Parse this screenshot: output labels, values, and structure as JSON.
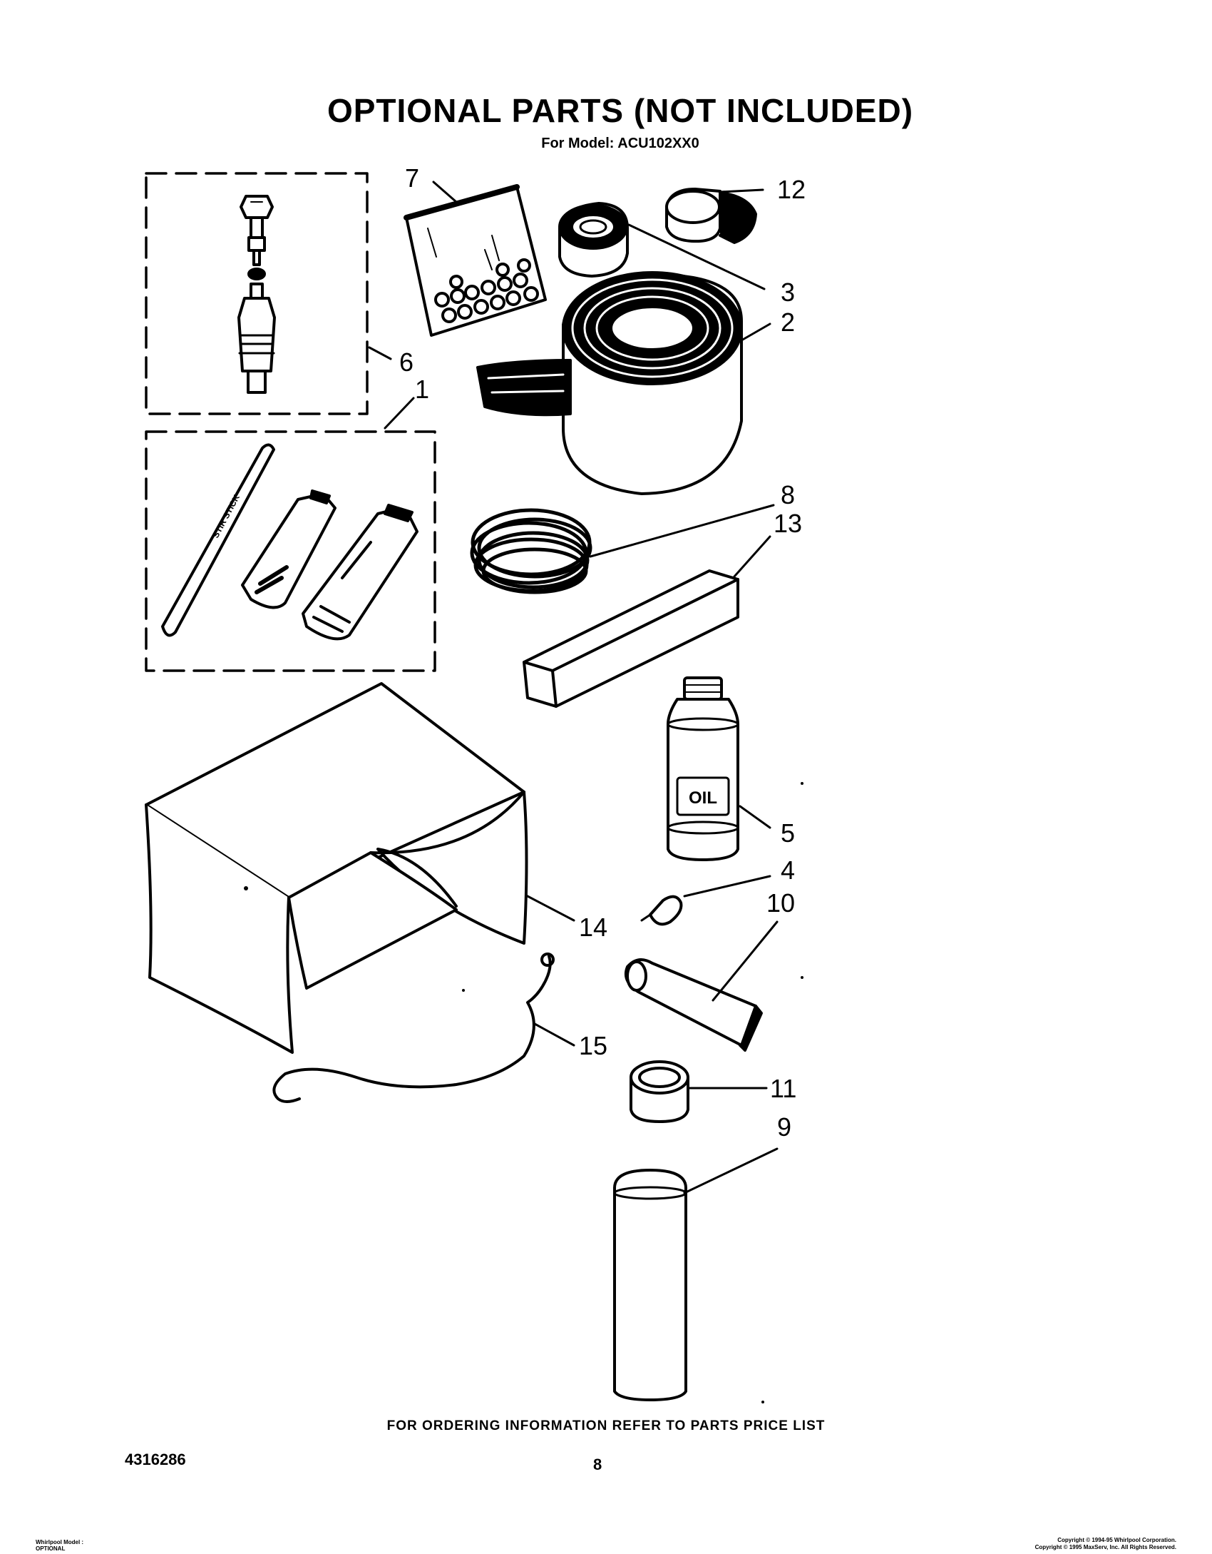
{
  "header": {
    "title": "OPTIONAL PARTS (NOT INCLUDED)",
    "subtitle": "For Model: ACU102XX0"
  },
  "callouts": {
    "c1": "1",
    "c2": "2",
    "c3": "3",
    "c4": "4",
    "c5": "5",
    "c6": "6",
    "c7": "7",
    "c8": "8",
    "c9": "9",
    "c10": "10",
    "c11": "11",
    "c12": "12",
    "c13": "13",
    "c14": "14",
    "c15": "15"
  },
  "labels": {
    "oil": "OIL"
  },
  "footer": {
    "ordering_note": "FOR ORDERING INFORMATION REFER TO PARTS PRICE LIST",
    "document_number": "4316286",
    "page_number": "8",
    "left_line1": "Whirlpool Model :",
    "left_line2": "OPTIONAL",
    "copyright_line1": "Copyright © 1994-95 Whirlpool Corporation.",
    "copyright_line2": "Copyright © 1995 MaxServ, Inc.  All Rights Reserved."
  }
}
